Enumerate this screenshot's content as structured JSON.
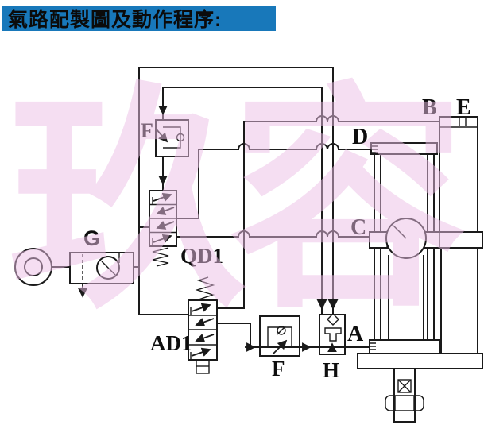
{
  "title": {
    "text": "氣路配製圖及動作程序:",
    "bg_color": "#1878ba",
    "text_color": "#0b0b0b"
  },
  "watermark": {
    "text": "玖容",
    "color": "#ecbde5"
  },
  "diagram": {
    "line_color": "#1a1a1a",
    "labels": {
      "flow_valve_top": "F",
      "air_service_unit": "G",
      "pilot_valve": "QD1",
      "main_valve": "AD1",
      "flow_valve_bottom": "F",
      "quick_exhaust_valve": "H",
      "port_a": "A",
      "port_b": "B",
      "port_c": "C",
      "port_d": "D",
      "reservoir": "E"
    }
  }
}
